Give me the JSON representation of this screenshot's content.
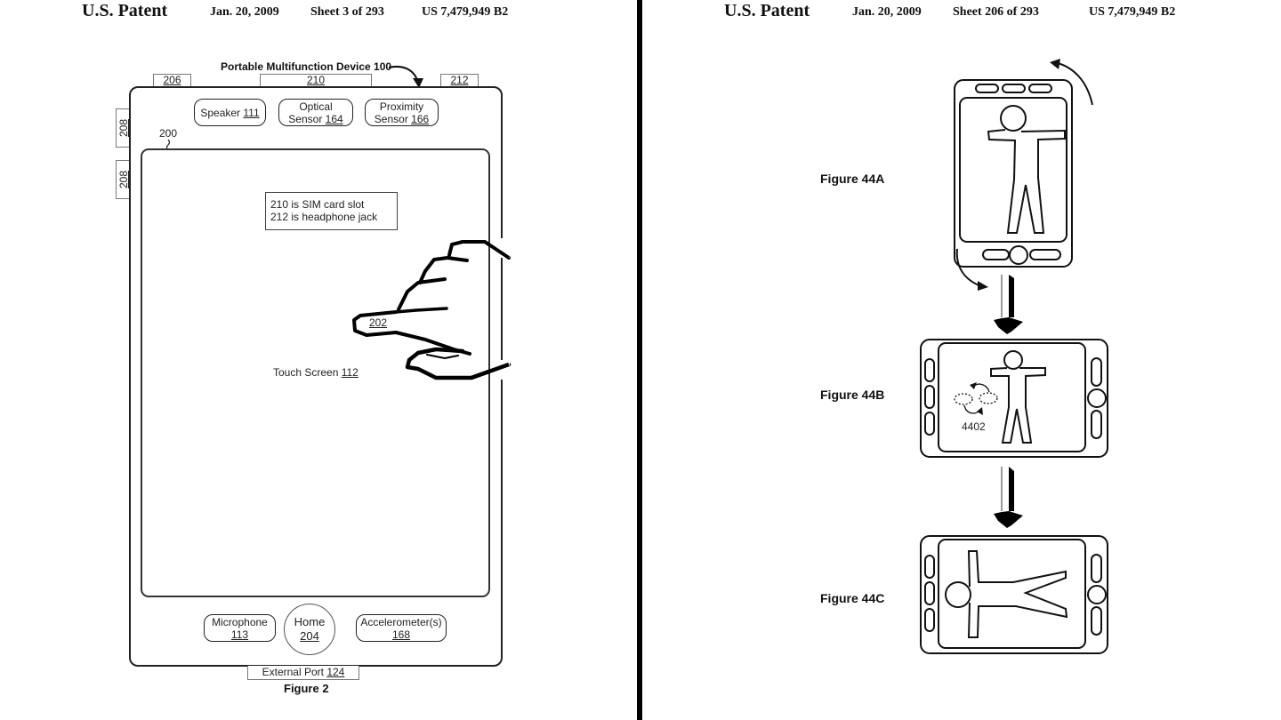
{
  "left_sheet": {
    "header": {
      "title": "U.S. Patent",
      "date": "Jan. 20, 2009",
      "sheet": "Sheet 3 of 293",
      "patent_number": "US 7,479,949 B2"
    },
    "device_label": "Portable Multifunction Device 100",
    "top_ports": [
      "206",
      "210",
      "212"
    ],
    "side_buttons": [
      "208",
      "208"
    ],
    "top_components": [
      {
        "text": "Speaker ",
        "ref": "111",
        "line2": ""
      },
      {
        "text": "Optical",
        "line2": "Sensor ",
        "ref": "164"
      },
      {
        "text": "Proximity",
        "line2": "Sensor ",
        "ref": "166"
      }
    ],
    "screen_ref_label": "200",
    "note_lines": [
      "210 is SIM card slot",
      "212 is headphone jack"
    ],
    "finger_ref": "202",
    "touch_screen": {
      "text": "Touch Screen ",
      "ref": "112"
    },
    "bottom_components": {
      "microphone": {
        "text": "Microphone",
        "ref": "113"
      },
      "home": {
        "text": "Home",
        "ref": "204"
      },
      "accelerometer": {
        "text": "Accelerometer(s)",
        "ref": "168"
      }
    },
    "external_port": {
      "text": "External Port ",
      "ref": "124"
    },
    "figure_caption": "Figure 2"
  },
  "right_sheet": {
    "header": {
      "title": "U.S. Patent",
      "date": "Jan. 20, 2009",
      "sheet": "Sheet 206 of 293",
      "patent_number": "US 7,479,949 B2"
    },
    "figures": [
      {
        "caption": "Figure 44A",
        "orientation": "portrait"
      },
      {
        "caption": "Figure 44B",
        "orientation": "landscape-transition",
        "ref": "4402"
      },
      {
        "caption": "Figure 44C",
        "orientation": "landscape"
      }
    ]
  }
}
